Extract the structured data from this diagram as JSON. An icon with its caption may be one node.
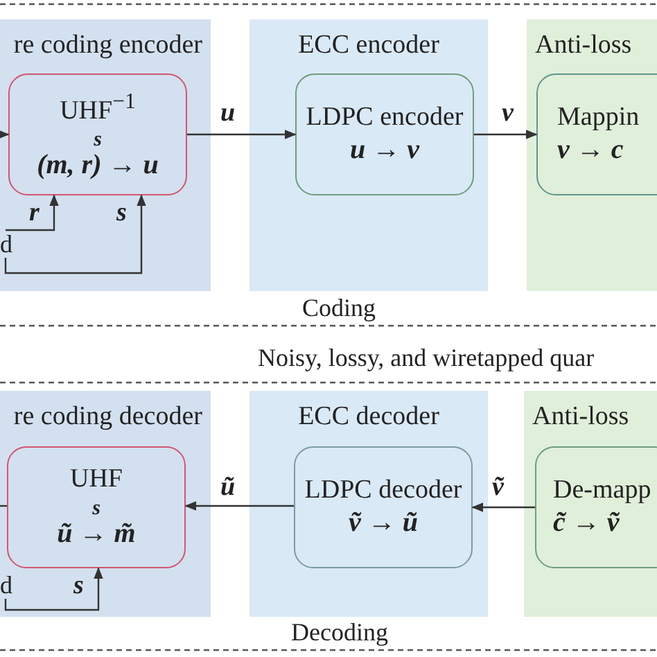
{
  "diagram": {
    "nodes": [
      {
        "text": [
          "re coding encoder"
        ]
      },
      {
        "text": [
          "UHF$^{−1}$",
          "s",
          "(m, r) → u"
        ],
        "in": 0
      },
      {
        "text": [
          "ECC encoder"
        ]
      },
      {
        "text": [
          "LDPC encoder",
          "u → v"
        ],
        "in": 2
      },
      {
        "text": [
          "Anti-loss"
        ]
      },
      {
        "text": [
          "Mappin",
          "v → c"
        ],
        "in": 4
      },
      {
        "text": [
          "re coding decoder"
        ]
      },
      {
        "text": [
          "UHF",
          "s",
          "ũ → m̃"
        ],
        "in": 6
      },
      {
        "text": [
          "ECC decoder"
        ]
      },
      {
        "text": [
          "LDPC decoder",
          "ṽ → ũ"
        ],
        "in": 8
      },
      {
        "text": [
          "Anti-loss"
        ]
      },
      {
        "text": [
          "De-mapp",
          "c̃ → ṽ"
        ],
        "in": 10
      },
      {
        "text": [
          "d"
        ],
        "in": 0
      },
      {
        "text": [
          "d"
        ],
        "in": 6
      }
    ],
    "edges": [
      {
        "from": null,
        "to": 1,
        "arrow": "to"
      },
      {
        "from": 12,
        "to": 1,
        "arrow": "to",
        "label": "r"
      },
      {
        "from": 12,
        "to": 1,
        "arrow": "to",
        "label": "s"
      },
      {
        "from": 1,
        "to": 3,
        "arrow": "to",
        "label": "u"
      },
      {
        "from": 3,
        "to": 5,
        "arrow": "to",
        "label": "v"
      },
      {
        "from": 11,
        "to": 9,
        "arrow": "to",
        "label": "ṽ"
      },
      {
        "from": 9,
        "to": 7,
        "arrow": "to",
        "label": "ũ"
      },
      {
        "from": 7,
        "to": null,
        "arrow": "none"
      },
      {
        "from": 13,
        "to": 7,
        "arrow": "to",
        "label": "s"
      }
    ],
    "labels": [
      "Coding",
      "Noisy, lossy, and wiretapped quar",
      "Decoding"
    ]
  }
}
